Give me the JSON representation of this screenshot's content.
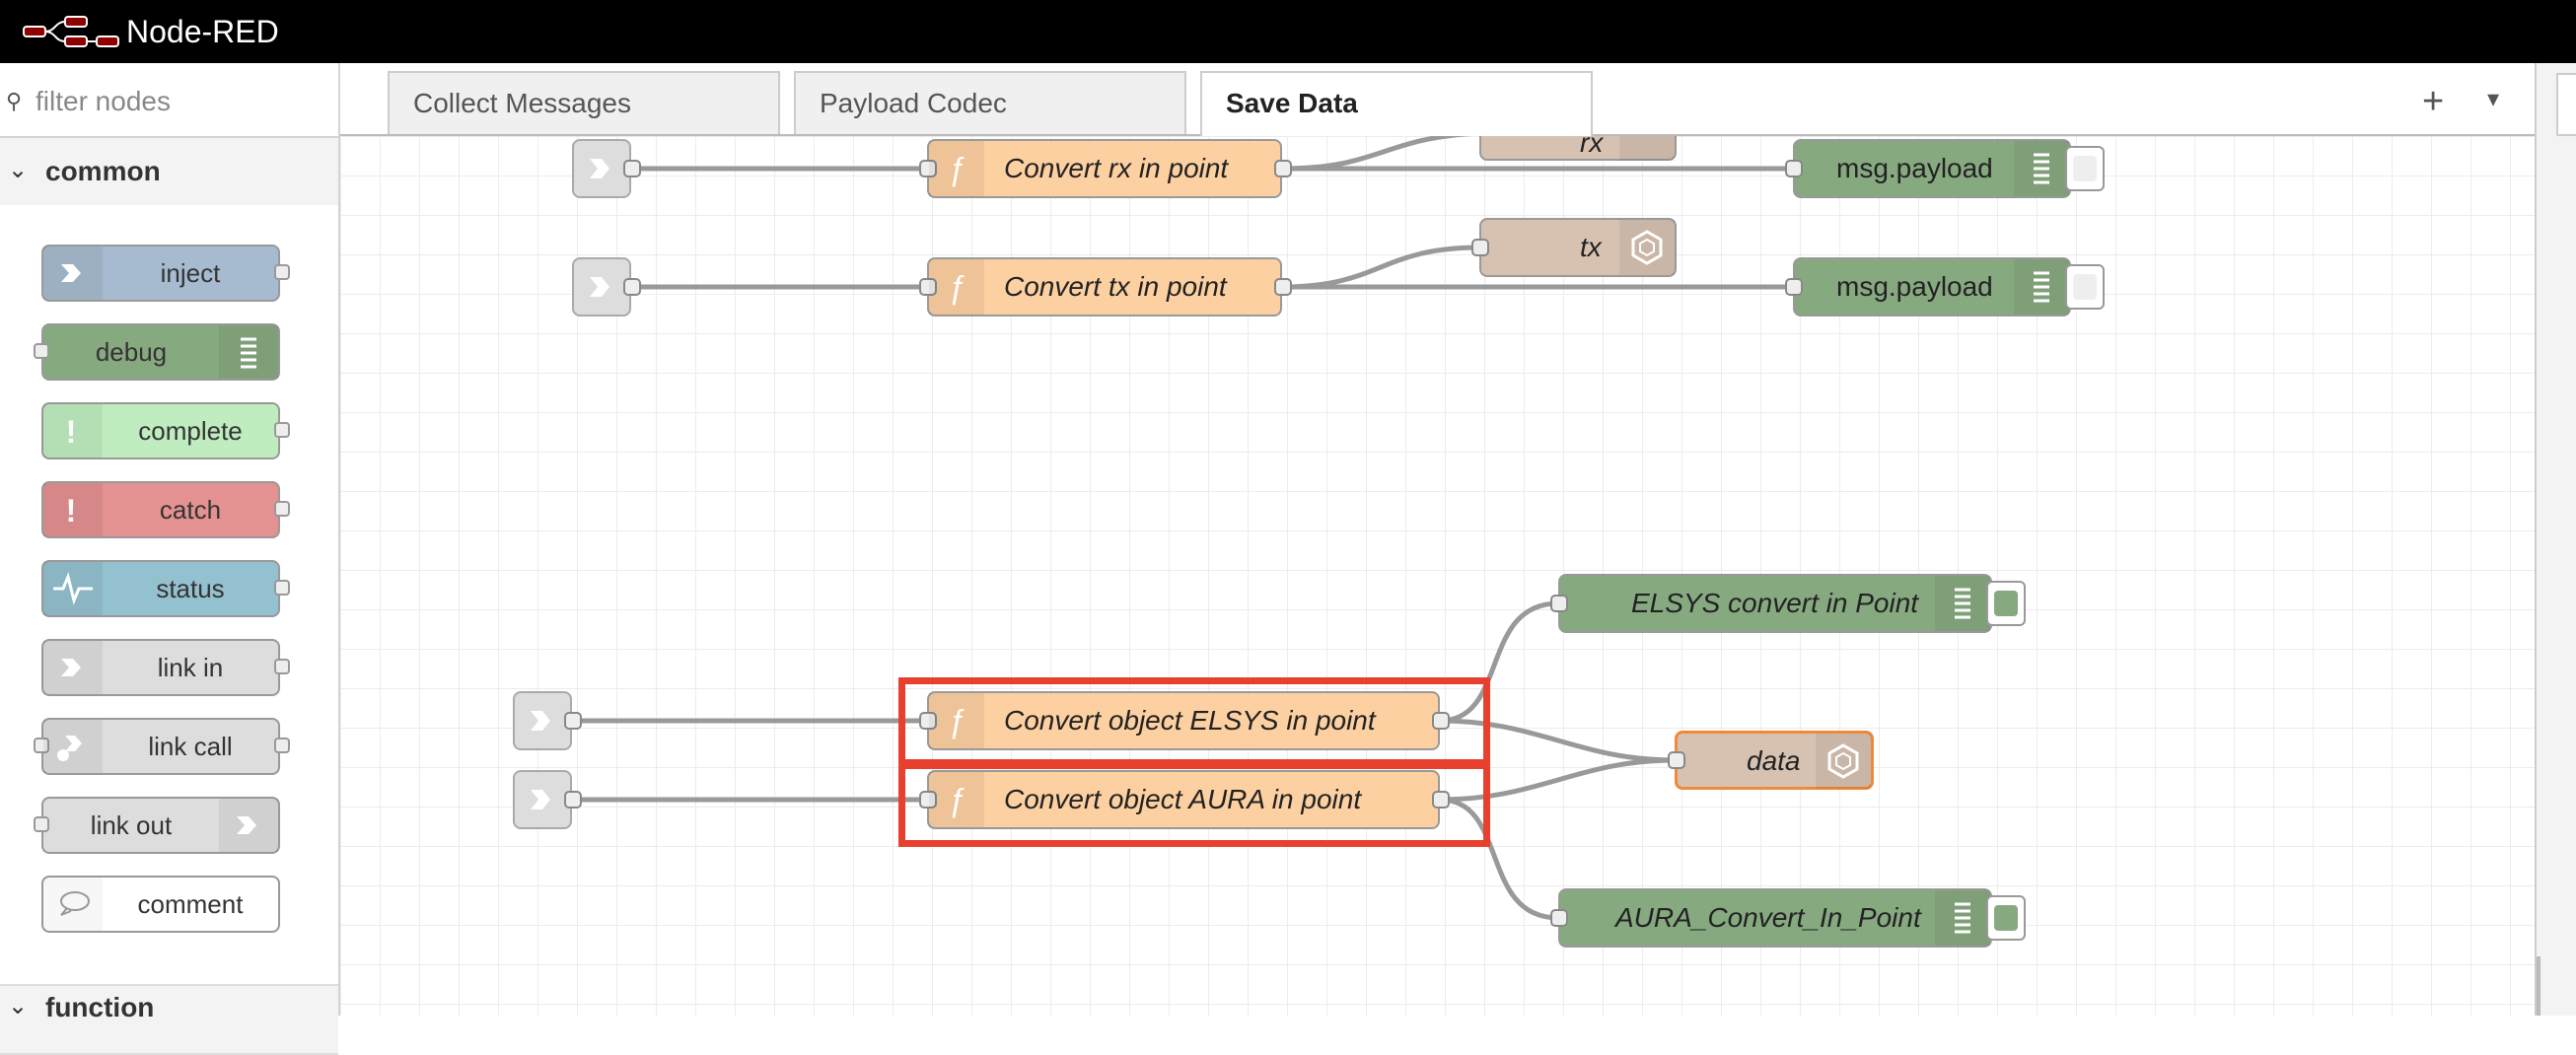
{
  "app": {
    "title": "Node-RED"
  },
  "palette": {
    "filter_placeholder": "filter nodes",
    "categories": [
      {
        "label": "common"
      },
      {
        "label": "function"
      }
    ],
    "nodes": [
      {
        "label": "inject",
        "color": "#a6bbcf"
      },
      {
        "label": "debug",
        "color": "#87a980"
      },
      {
        "label": "complete",
        "color": "#c0edc0"
      },
      {
        "label": "catch",
        "color": "#e49191"
      },
      {
        "label": "status",
        "color": "#94c1d0"
      },
      {
        "label": "link in",
        "color": "#dddddd"
      },
      {
        "label": "link call",
        "color": "#dddddd"
      },
      {
        "label": "link out",
        "color": "#dddddd"
      },
      {
        "label": "comment",
        "color": "#ffffff"
      }
    ]
  },
  "tabs": [
    {
      "label": "Collect Messages"
    },
    {
      "label": "Payload Codec"
    },
    {
      "label": "Save Data",
      "active": true
    }
  ],
  "toolbar": {
    "add_label": "+",
    "menu_label": "▾"
  },
  "flow": {
    "nodes": {
      "fn_rx": "Convert rx in point",
      "fn_tx": "Convert tx in point",
      "ws_rx": "rx",
      "ws_tx": "tx",
      "dbg_rx": "msg.payload",
      "dbg_tx": "msg.payload",
      "dbg_elsys": "ELSYS convert in Point",
      "fn_elsys": "Convert object ELSYS in point",
      "fn_aura": "Convert object AURA in point",
      "ws_data": "data",
      "dbg_aura": "AURA_Convert_In_Point"
    },
    "highlight_color": "#e8402f"
  }
}
